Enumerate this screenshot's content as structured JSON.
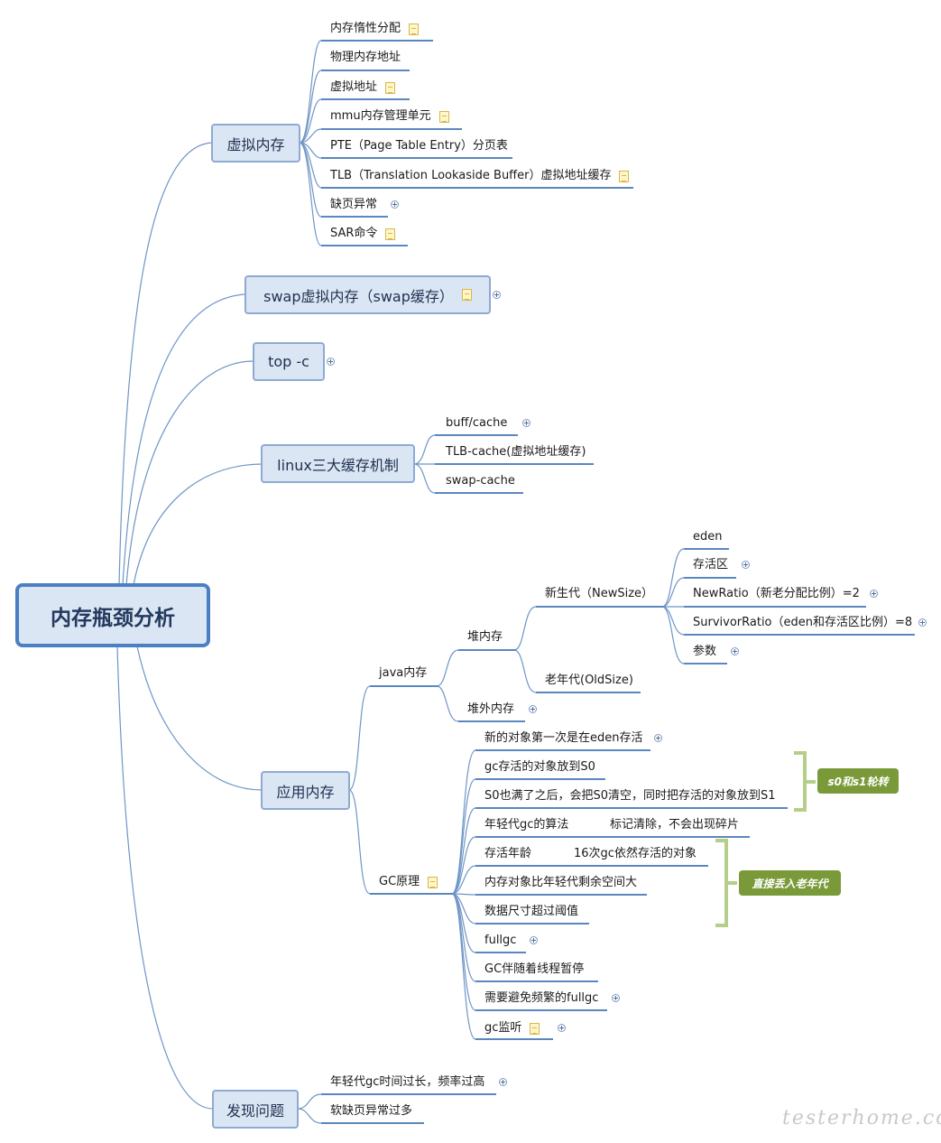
{
  "root": {
    "label": "内存瓶颈分析"
  },
  "branches": {
    "virtual_memory": {
      "label": "虚拟内存",
      "items": [
        "内存惰性分配",
        "物理内存地址",
        "虚拟地址",
        "mmu内存管理单元",
        "PTE（Page Table Entry）分页表",
        "TLB（Translation Lookaside Buffer）虚拟地址缓存",
        "缺页异常",
        "SAR命令"
      ]
    },
    "swap": {
      "label": "swap虚拟内存（swap缓存）"
    },
    "top": {
      "label": "top -c"
    },
    "linux_cache": {
      "label": "linux三大缓存机制",
      "items": [
        "buff/cache",
        "TLB-cache(虚拟地址缓存)",
        "swap-cache"
      ]
    },
    "app_memory": {
      "label": "应用内存",
      "java": {
        "label": "java内存",
        "heap": {
          "label": "堆内存",
          "young": {
            "label": "新生代（NewSize）",
            "items": [
              "eden",
              "存活区",
              "NewRatio（新老分配比例）=2",
              "SurvivorRatio（eden和存活区比例）=8",
              "参数"
            ]
          },
          "old": {
            "label": "老年代(OldSize)"
          }
        },
        "offheap": {
          "label": "堆外内存"
        }
      },
      "gc": {
        "label": "GC原理",
        "items": [
          "新的对象第一次是在eden存活",
          "gc存活的对象放到S0",
          "S0也满了之后，会把S0清空，同时把存活的对象放到S1",
          "年轻代gc的算法",
          "存活年龄",
          "内存对象比年轻代剩余空间大",
          "数据尺寸超过阈值",
          "fullgc",
          "GC伴随着线程暂停",
          "需要避免频繁的fullgc",
          "gc监听"
        ],
        "algo_detail": "标记清除，不会出现碎片",
        "age_detail": "16次gc依然存活的对象",
        "tag_s0s1": "s0和s1轮转",
        "tag_old": "直接丢入老年代"
      }
    },
    "problems": {
      "label": "发现问题",
      "items": [
        "年轻代gc时间过长，频率过高",
        "软缺页异常过多"
      ]
    }
  },
  "watermark": "testerhome.com",
  "colors": {
    "line": "#5b87c0",
    "box_fill": "#dbe6f4",
    "box_border": "#8eaad2",
    "root_border": "#4a7fc1",
    "tag": "#7a9a3a",
    "bracket": "#b5cf8a"
  }
}
